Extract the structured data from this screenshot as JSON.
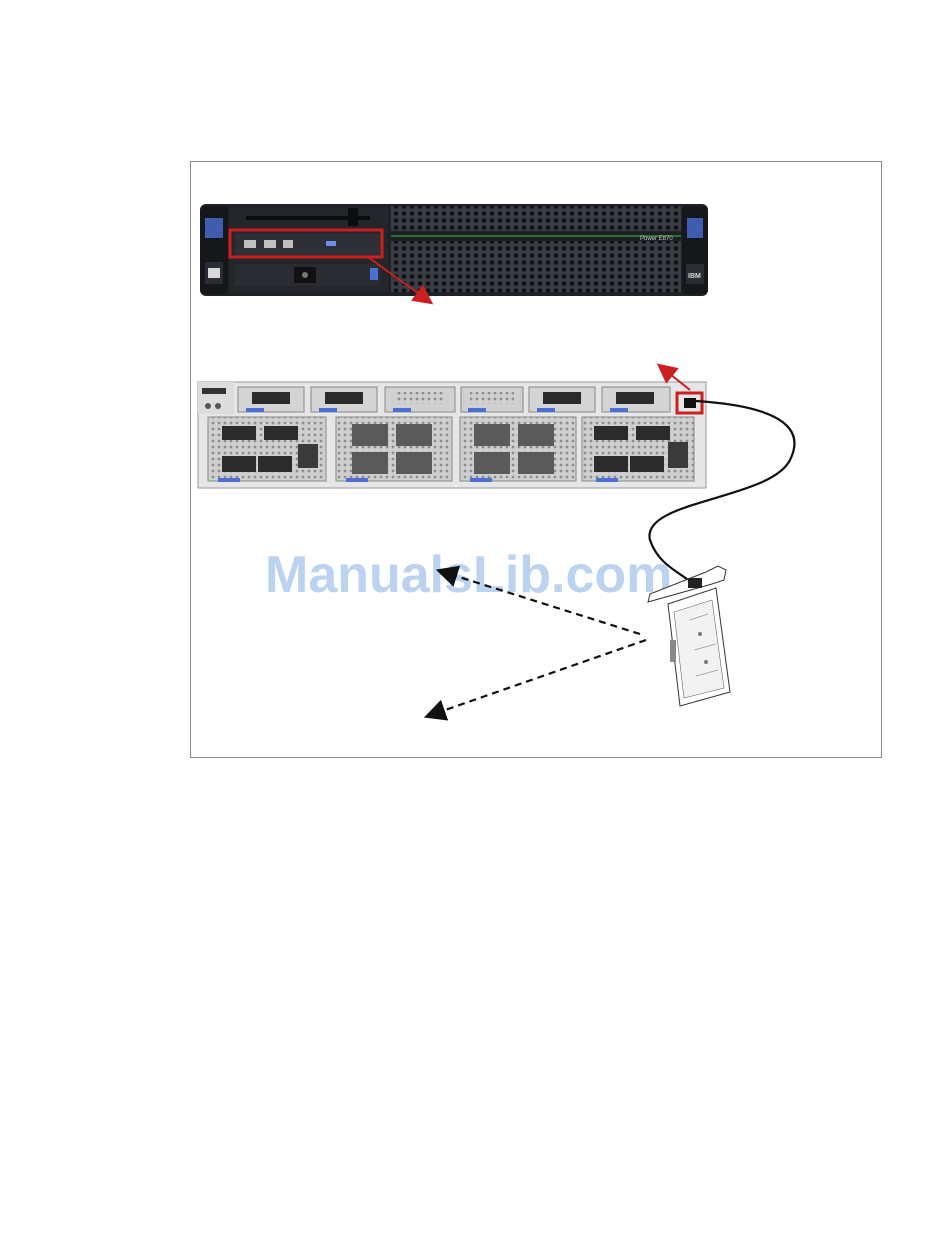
{
  "figure": {
    "front_panel": {
      "brand_text": "Power E870",
      "logo_text": "IBM"
    },
    "watermark": "ManualsLib.com",
    "colors": {
      "highlight": "#cc1f1f",
      "chassis_dark": "#1f2126",
      "chassis_light": "#e6e6e6",
      "accent_blue": "#4a6fd6",
      "accent_green": "#2f8a3a",
      "watermark": "#bcd3ef"
    }
  }
}
